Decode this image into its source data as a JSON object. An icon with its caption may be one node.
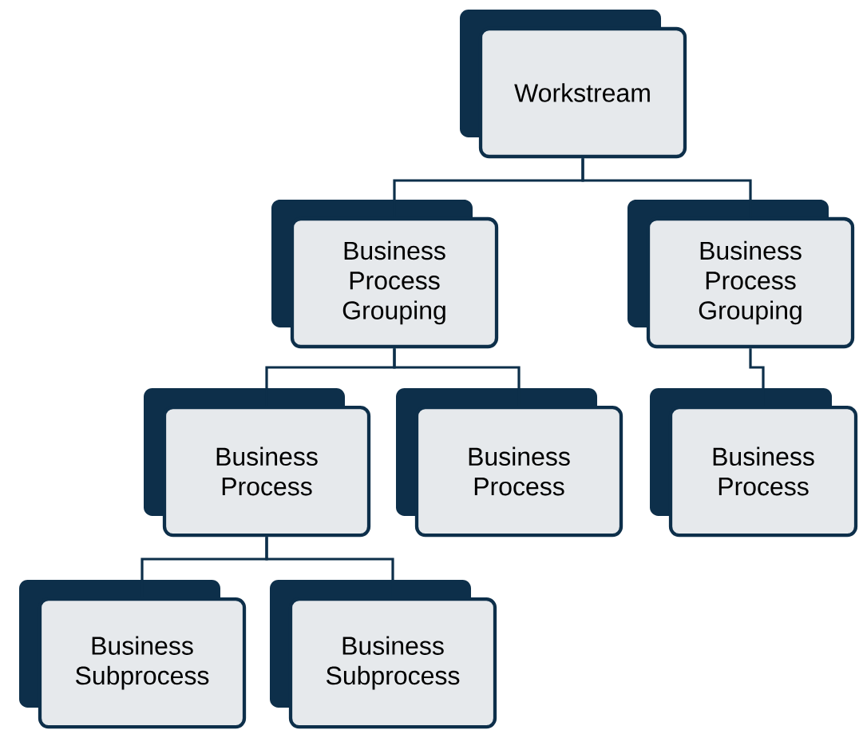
{
  "diagram": {
    "nodes": [
      {
        "text": [
          "Workstream"
        ]
      },
      {
        "text": [
          "Business Process Grouping"
        ]
      },
      {
        "text": [
          "Business Process Grouping"
        ]
      },
      {
        "text": [
          "Business Process"
        ]
      },
      {
        "text": [
          "Business Process"
        ]
      },
      {
        "text": [
          "Business Process"
        ]
      },
      {
        "text": [
          "Business Subprocess"
        ]
      },
      {
        "text": [
          "Business Subprocess"
        ]
      }
    ],
    "edges": [
      {
        "from": 0,
        "to": 1,
        "arrow": "none"
      },
      {
        "from": 0,
        "to": 2,
        "arrow": "none"
      },
      {
        "from": 1,
        "to": 3,
        "arrow": "none"
      },
      {
        "from": 1,
        "to": 4,
        "arrow": "none"
      },
      {
        "from": 2,
        "to": 5,
        "arrow": "none"
      },
      {
        "from": 3,
        "to": 6,
        "arrow": "none"
      },
      {
        "from": 3,
        "to": 7,
        "arrow": "none"
      }
    ]
  }
}
